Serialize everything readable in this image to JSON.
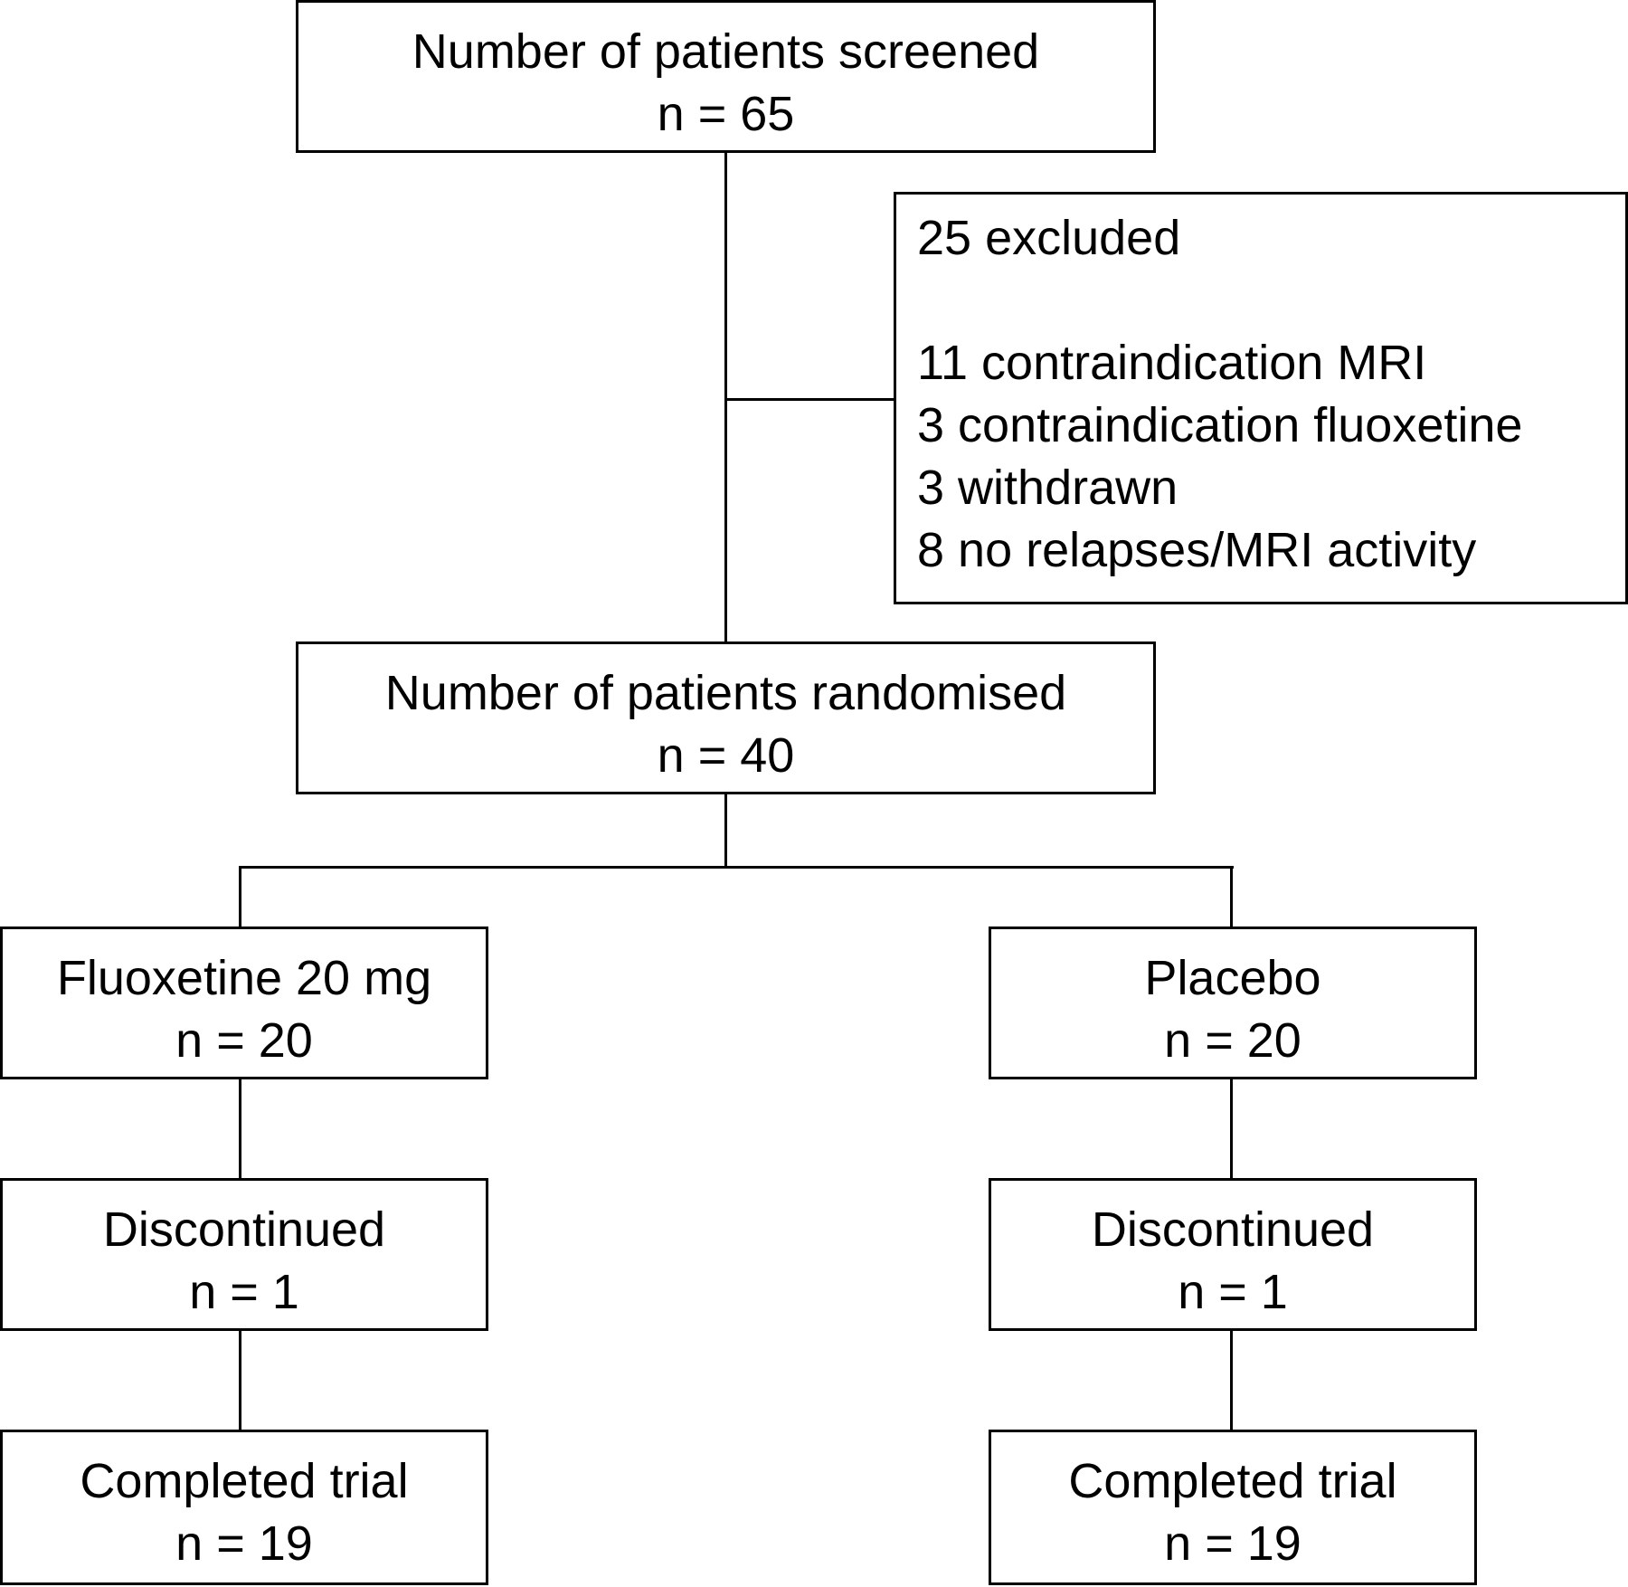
{
  "flow": {
    "screened": {
      "label": "Number of patients screened",
      "n": "n = 65"
    },
    "excluded": {
      "title": "25 excluded",
      "reasons": [
        "11 contraindication MRI",
        "3 contraindication fluoxetine",
        "3 withdrawn",
        "8 no relapses/MRI activity"
      ]
    },
    "randomised": {
      "label": "Number of patients randomised",
      "n": "n = 40"
    },
    "arms": [
      {
        "allocated": {
          "label": "Fluoxetine 20 mg",
          "n": "n = 20"
        },
        "discontinued": {
          "label": "Discontinued",
          "n": "n = 1"
        },
        "completed": {
          "label": "Completed trial",
          "n": "n = 19"
        }
      },
      {
        "allocated": {
          "label": "Placebo",
          "n": "n = 20"
        },
        "discontinued": {
          "label": "Discontinued",
          "n": "n = 1"
        },
        "completed": {
          "label": "Completed trial",
          "n": "n = 19"
        }
      }
    ]
  }
}
